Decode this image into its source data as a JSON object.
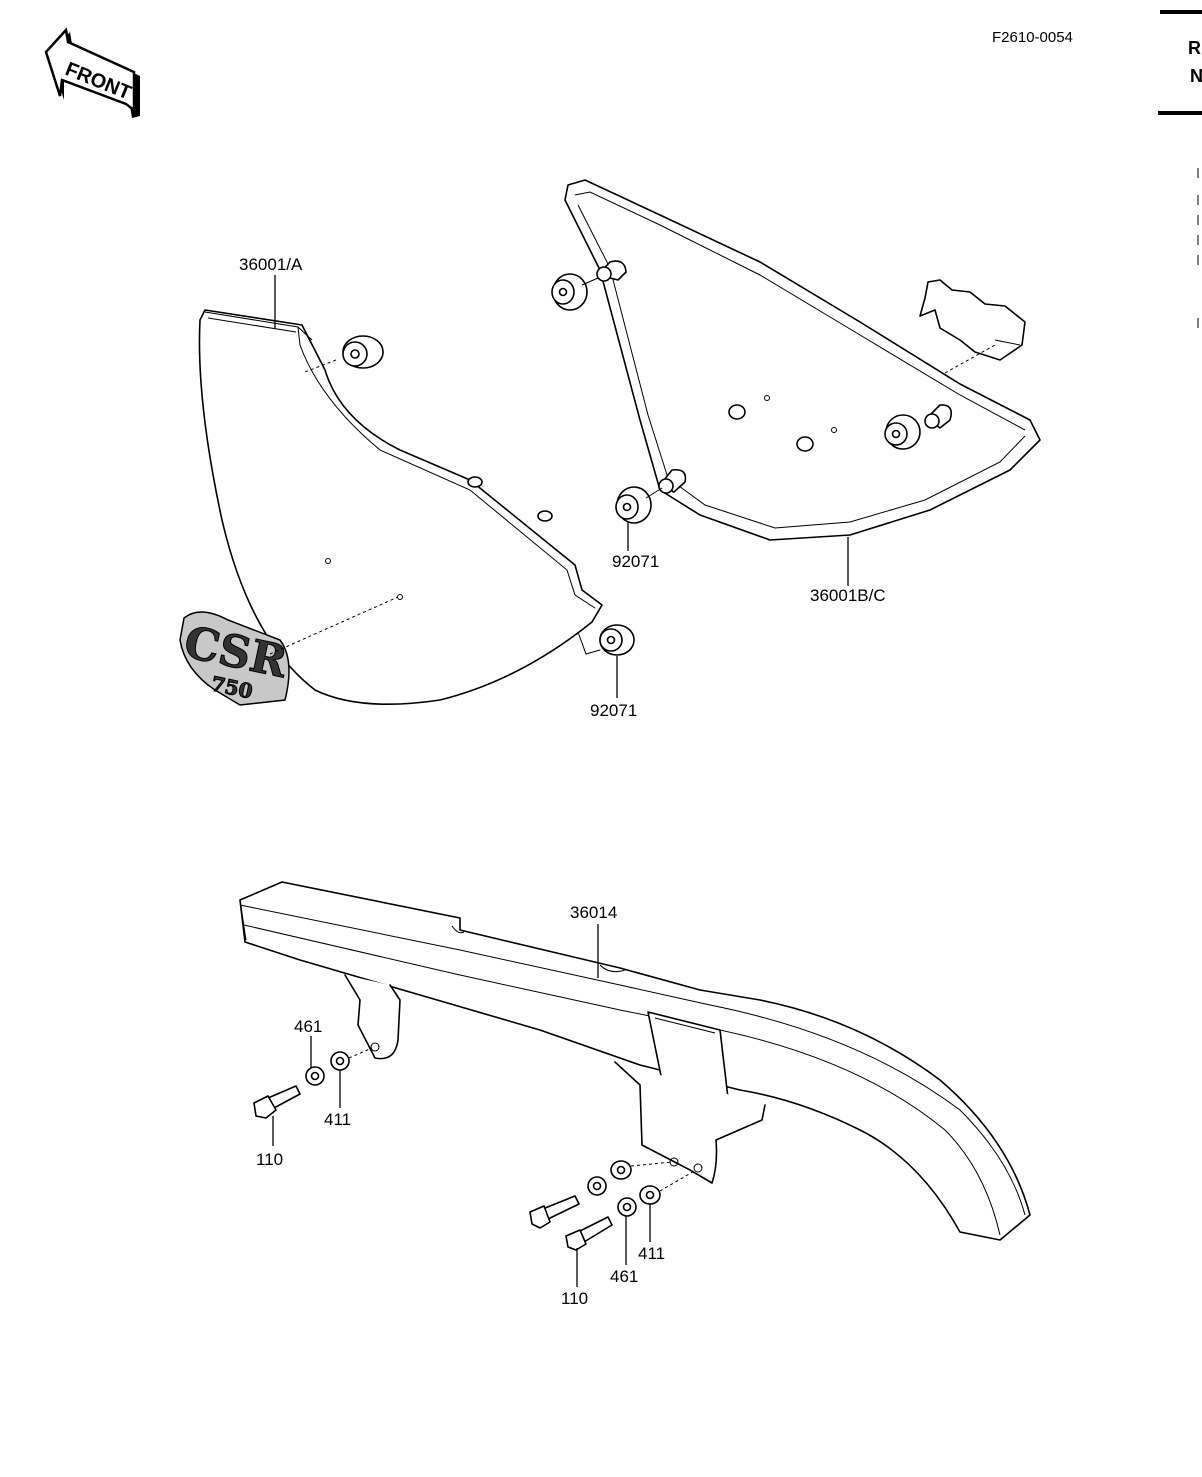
{
  "figure_number": "F2610-0054",
  "front_arrow_label": "FRONT",
  "edge_tab_letters": [
    "R",
    "N"
  ],
  "emblem": {
    "top_text": "CSR",
    "bottom_text": "750"
  },
  "callouts": {
    "side_cover_left": "36001/A",
    "side_cover_right": "36001B/C",
    "grommet_right_cover": "92071",
    "grommet_left_cover": "92071",
    "chain_cover": "36014",
    "washer_461_left": "461",
    "washer_411_left": "411",
    "bolt_110_left": "110",
    "washer_411_right": "411",
    "washer_461_right": "461",
    "bolt_110_right": "110"
  }
}
